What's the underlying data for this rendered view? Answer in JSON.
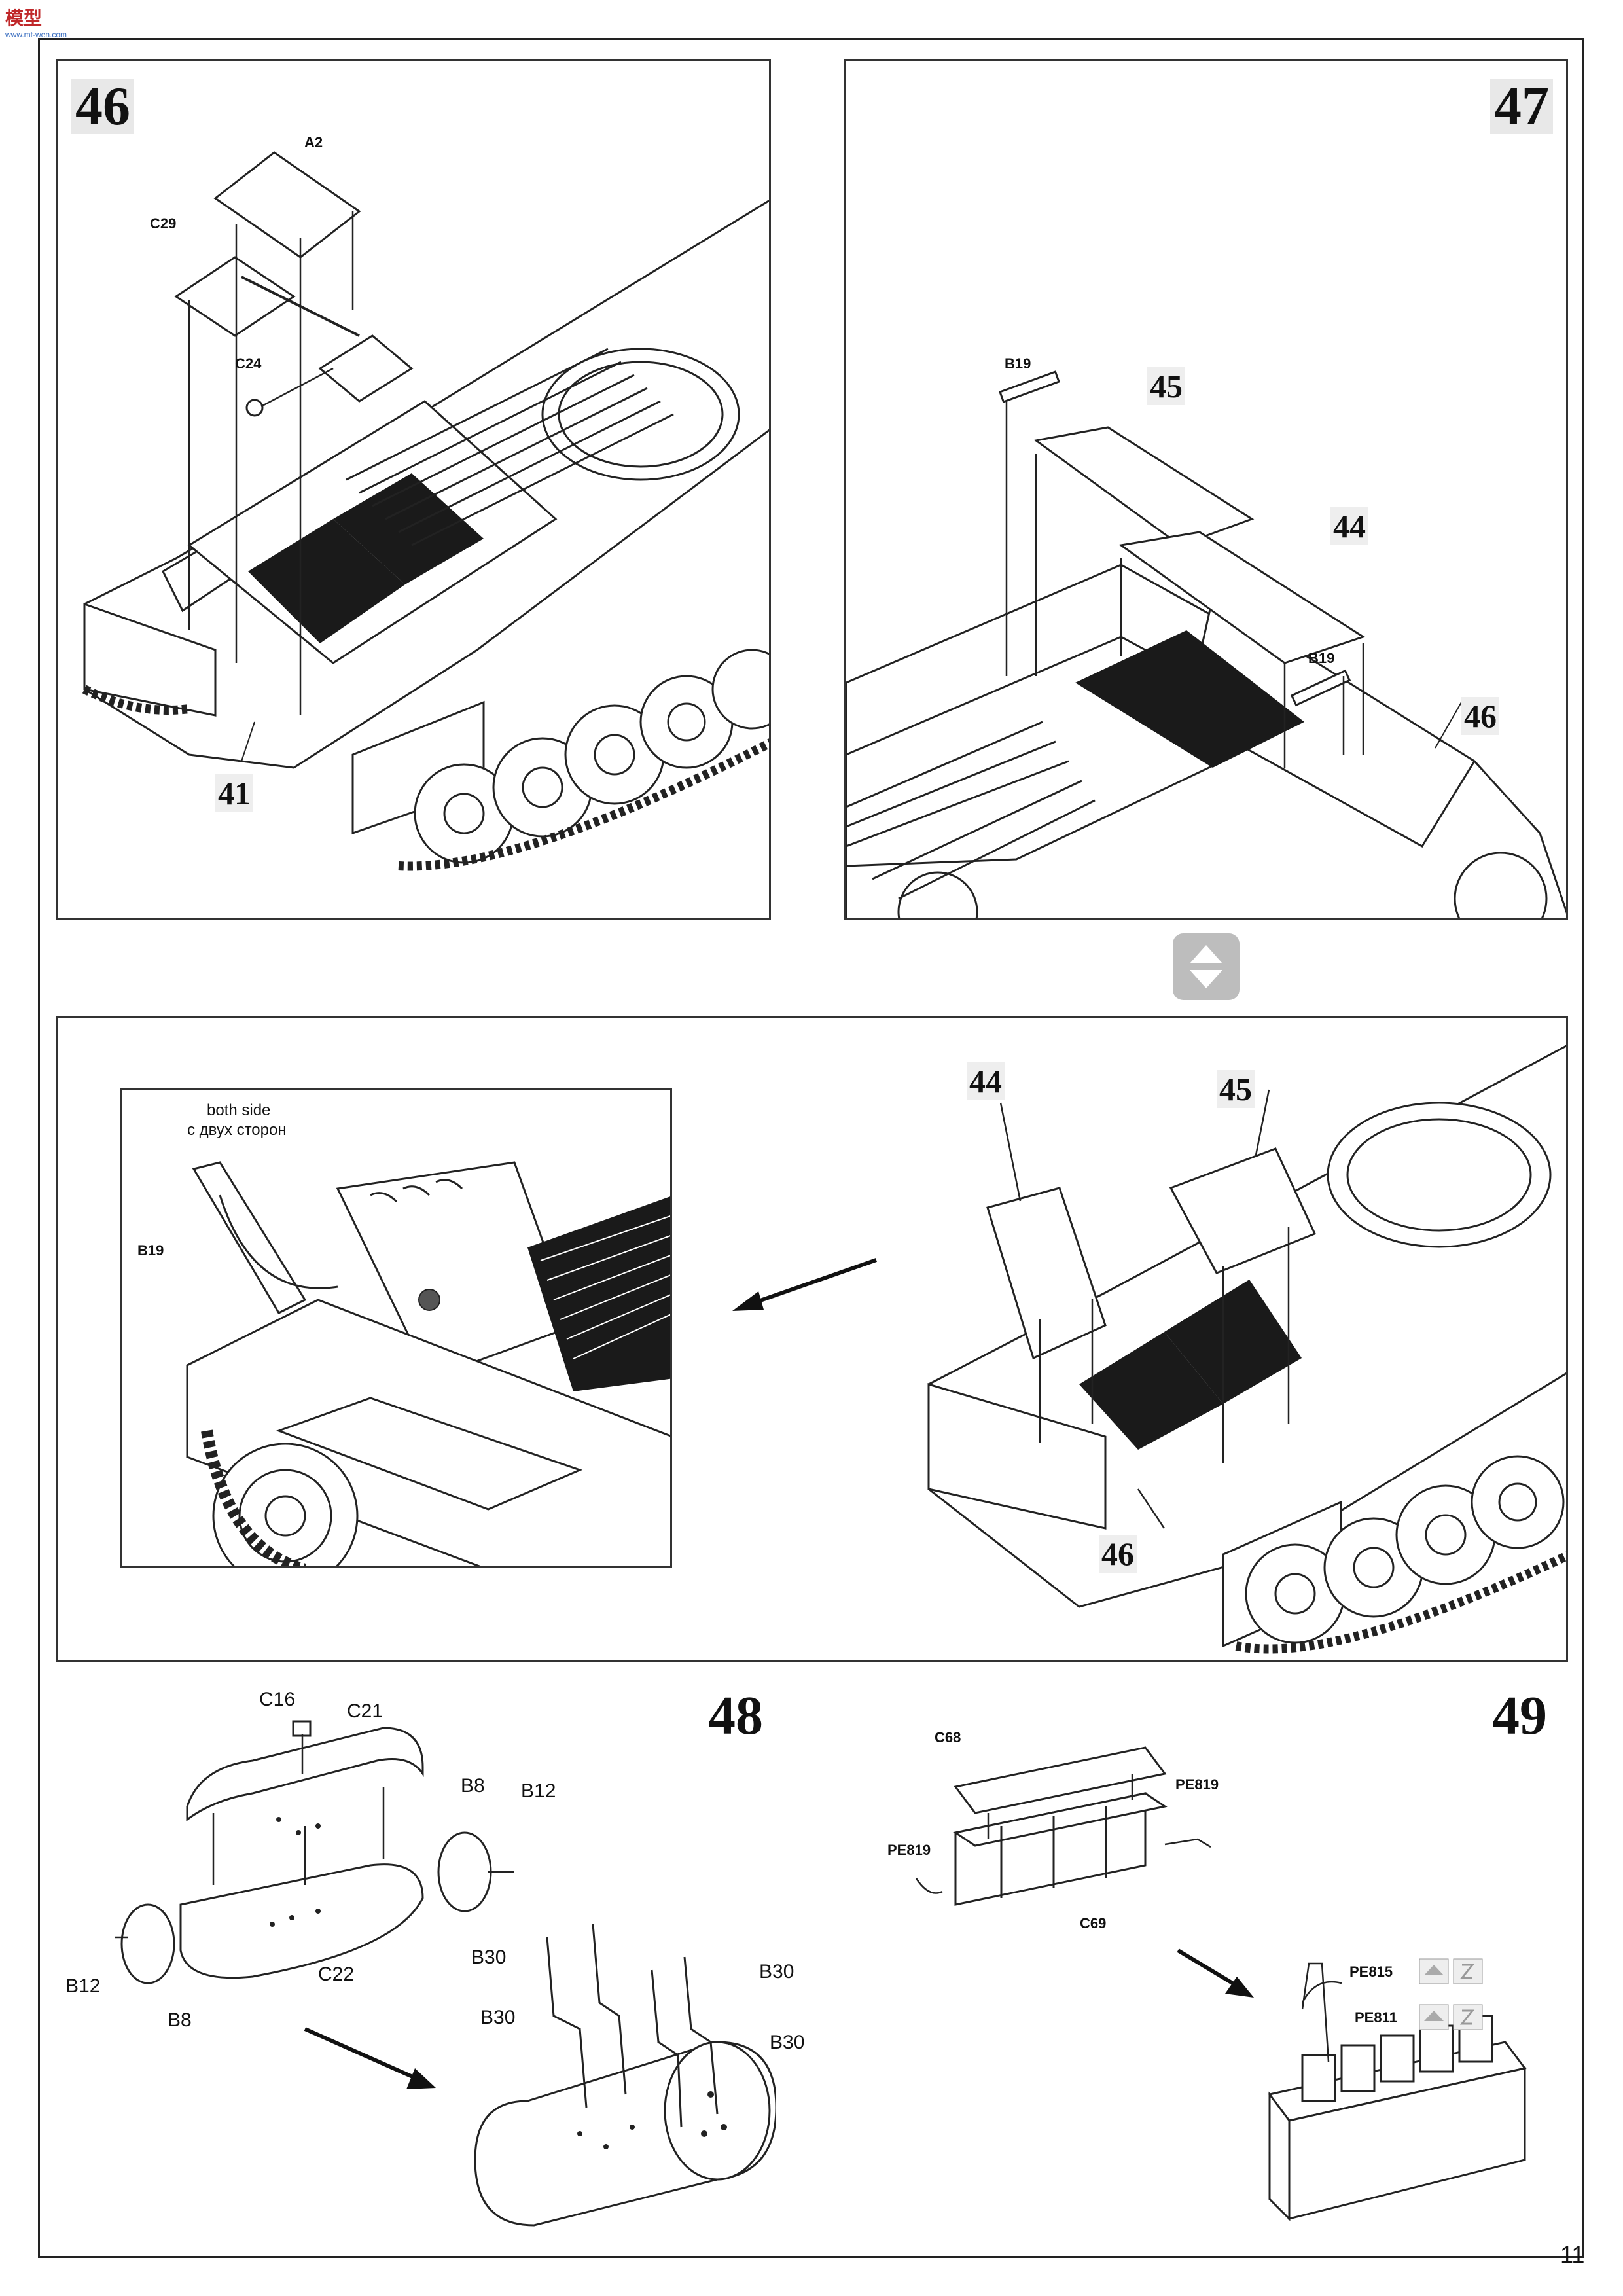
{
  "watermark": {
    "logo_text": "模型",
    "logo_subtext": "www.mt-wen.com"
  },
  "page_number": "11",
  "steps": [
    {
      "number": "46",
      "parts": {
        "a2": "A2",
        "c29": "C29",
        "c24": "C24",
        "ref41": "41"
      }
    },
    {
      "number": "47",
      "parts": {
        "b19_top": "B19",
        "ref45": "45",
        "ref44": "44",
        "b19_mid": "B19",
        "ref46": "46"
      }
    },
    {
      "number": "",
      "detail": {
        "note_en": "both side",
        "note_ru": "с двух сторон",
        "b19": "B19"
      },
      "parts": {
        "ref44": "44",
        "ref45": "45",
        "ref46": "46"
      }
    },
    {
      "number": "48",
      "parts": {
        "c16": "C16",
        "c21": "C21",
        "b8_right": "B8",
        "b12_right": "B12",
        "b12_left": "B12",
        "b8_left": "B8",
        "c22": "C22",
        "b30_a": "B30",
        "b30_b": "B30",
        "b30_c": "B30",
        "b30_d": "B30"
      }
    },
    {
      "number": "49",
      "parts": {
        "c68": "C68",
        "pe819_right": "PE819",
        "pe819_left": "PE819",
        "c69": "C69",
        "pe815": "PE815",
        "pe811": "PE811"
      }
    }
  ],
  "icons": [
    "flip-model-icon",
    "etched-part-icon",
    "bend-icon"
  ],
  "colors": {
    "line": "#222222",
    "panel_border": "#333333",
    "step_bg": "#e8e8e8",
    "grille": "#1a1a1a"
  }
}
